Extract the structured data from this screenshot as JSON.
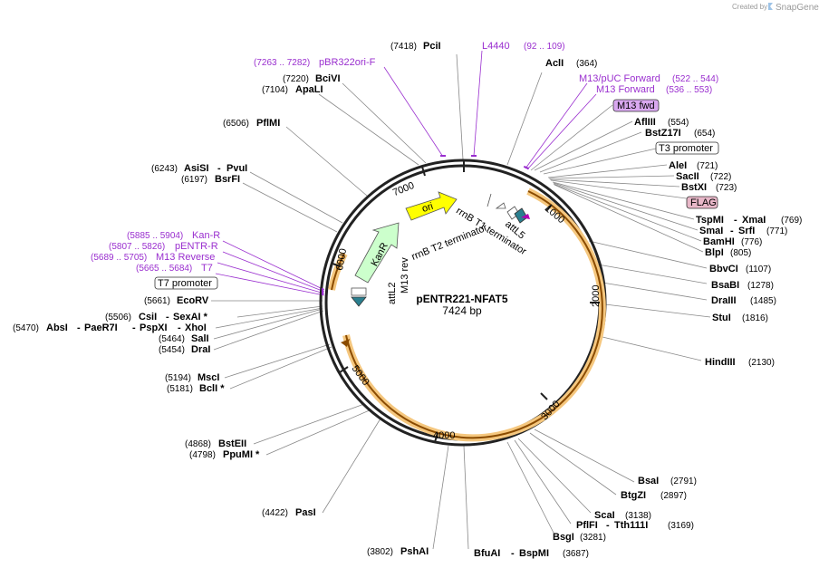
{
  "header": {
    "created_by": "Created by",
    "brand": "SnapGene"
  },
  "plasmid": {
    "name": "pENTR221-NFAT5",
    "length": "7424 bp"
  },
  "ruler_ticks": [
    "1000",
    "2000",
    "3000",
    "4000",
    "5000",
    "6000",
    "7000"
  ],
  "internal_features": {
    "ori": "ori",
    "kanr": "KanR",
    "rrnb_t2": "rrnB T2 terminator",
    "rrnb_t1": "rrnB T1 terminator",
    "attl5": "attL5",
    "attl2": "attL2",
    "m13rev": "M13 rev"
  },
  "sites": [
    {
      "name": "PciI",
      "pos": "(7418)"
    },
    {
      "name": "AclI",
      "pos": "(364)"
    },
    {
      "name": "BciVI",
      "pos": "(7220)"
    },
    {
      "name": "ApaLI",
      "pos": "(7104)"
    },
    {
      "name": "PflMI",
      "pos": "(6506)"
    },
    {
      "name": "AsiSI",
      "name2": "PvuI",
      "pos": "(6243)"
    },
    {
      "name": "BsrFI",
      "pos": "(6197)"
    },
    {
      "name": "EcoRV",
      "pos": "(5661)"
    },
    {
      "name": "CsiI",
      "name2": "SexAI *",
      "pos": "(5506)"
    },
    {
      "name": "AbsI",
      "name2": "PaeR7I",
      "name3": "PspXI",
      "name4": "XhoI",
      "pos": "(5470)"
    },
    {
      "name": "SalI",
      "pos": "(5464)"
    },
    {
      "name": "DraI",
      "pos": "(5454)"
    },
    {
      "name": "MscI",
      "pos": "(5194)"
    },
    {
      "name": "BclI *",
      "pos": "(5181)"
    },
    {
      "name": "BstEII",
      "pos": "(4868)"
    },
    {
      "name": "PpuMI *",
      "pos": "(4798)"
    },
    {
      "name": "PasI",
      "pos": "(4422)"
    },
    {
      "name": "PshAI",
      "pos": "(3802)"
    },
    {
      "name": "BfuAI",
      "name2": "BspMI",
      "pos": "(3687)"
    },
    {
      "name": "BsgI",
      "pos": "(3281)"
    },
    {
      "name": "PflFI",
      "name2": "Tth111I",
      "pos": "(3169)"
    },
    {
      "name": "ScaI",
      "pos": "(3138)"
    },
    {
      "name": "BtgZI",
      "pos": "(2897)"
    },
    {
      "name": "BsaI",
      "pos": "(2791)"
    },
    {
      "name": "HindIII",
      "pos": "(2130)"
    },
    {
      "name": "StuI",
      "pos": "(1816)"
    },
    {
      "name": "DraIII",
      "pos": "(1485)"
    },
    {
      "name": "BsaBI",
      "pos": "(1278)"
    },
    {
      "name": "BbvCI",
      "pos": "(1107)"
    },
    {
      "name": "BlpI",
      "pos": "(805)"
    },
    {
      "name": "BamHI",
      "pos": "(776)"
    },
    {
      "name": "SmaI",
      "name2": "SrfI",
      "pos": "(771)"
    },
    {
      "name": "TspMI",
      "name2": "XmaI",
      "pos": "(769)"
    },
    {
      "name": "BstXI",
      "pos": "(723)"
    },
    {
      "name": "SacII",
      "pos": "(722)"
    },
    {
      "name": "AleI",
      "pos": "(721)"
    },
    {
      "name": "BstZ17I",
      "pos": "(654)"
    },
    {
      "name": "AflIII",
      "pos": "(554)"
    }
  ],
  "features": [
    {
      "name": "L4440",
      "range": "(92 .. 109)"
    },
    {
      "name": "pBR322ori-F",
      "range": "(7263 .. 7282)"
    },
    {
      "name": "M13/pUC Forward",
      "range": "(522 .. 544)"
    },
    {
      "name": "M13 Forward",
      "range": "(536 .. 553)"
    },
    {
      "name": "Kan-R",
      "range": "(5885 .. 5904)"
    },
    {
      "name": "pENTR-R",
      "range": "(5807 .. 5826)"
    },
    {
      "name": "M13 Reverse",
      "range": "(5689 .. 5705)"
    },
    {
      "name": "T7",
      "range": "(5665 .. 5684)"
    }
  ],
  "boxed_features": {
    "m13fwd": "M13 fwd",
    "t3": "T3 promoter",
    "flag": "FLAG",
    "t7": "T7 promoter"
  },
  "colors": {
    "ori": "#ffff00",
    "kanr": "#ccffcc",
    "insert_arc": "#f5c77e",
    "insert_arrow": "#8a4b00",
    "primer": "#9a2fcf",
    "attl": "#2a7f8f",
    "m13fwd_box": "#d9a8f0",
    "flag_box": "#e8b7c8"
  }
}
